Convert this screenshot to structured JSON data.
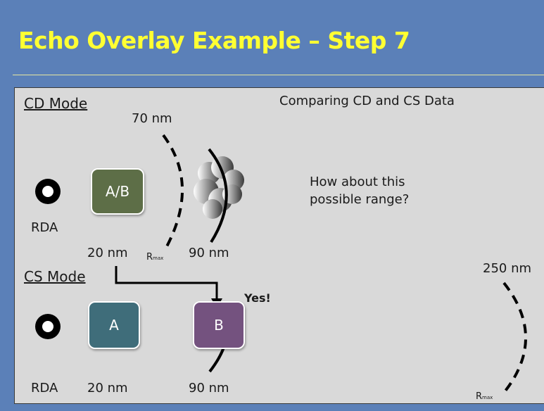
{
  "title": "Echo Overlay Example – Step 7",
  "colors": {
    "background": "#5b80b8",
    "title": "#ffff33",
    "panel": "#d9d9d9",
    "echo_ab": "#5d6e47",
    "echo_a": "#3f6d7a",
    "echo_b": "#74527f"
  },
  "header": "Comparing CD and CS Data",
  "question": [
    "How about this",
    "possible range?"
  ],
  "answer": "Yes!",
  "cd_mode": {
    "label": "CD Mode",
    "radar": "RDA",
    "echo": "A/B",
    "echo_range": "20 nm",
    "rmax_range": "70 nm",
    "rmax_label": "R",
    "rmax_sub": "max",
    "possible_range": "90 nm"
  },
  "cs_mode": {
    "label": "CS Mode",
    "radar": "RDA",
    "echo_a": "A",
    "echo_a_range": "20 nm",
    "echo_b": "B",
    "echo_b_range": "90 nm",
    "rmax_range": "250 nm",
    "rmax_label": "R",
    "rmax_sub": "max"
  }
}
